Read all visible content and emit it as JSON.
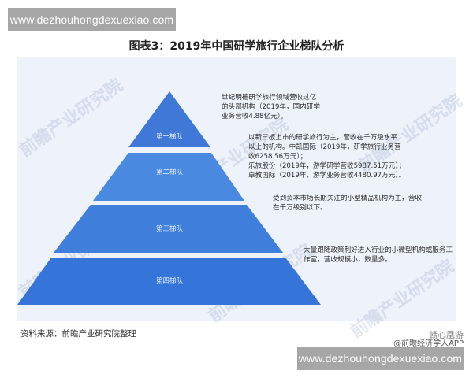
{
  "banners": {
    "top_url": "www.dezhouhongdexuexiao.com",
    "bottom_url": "www.dezhouhongdexuexiao.com"
  },
  "figure": {
    "title": "图表3：2019年中国研学旅行企业梯队分析",
    "source": "资料来源：前瞻产业研究院整理",
    "credit_line1": "赣心凰游",
    "credit_line2": "@前瞻经济学人APP",
    "watermark": "前瞻产业研究院"
  },
  "colors": {
    "panel_bg": "#eef2fa",
    "tier1": "#3f78d6",
    "tier2": "#4a89e0",
    "tier3": "#407fdc",
    "tier4": "#3574d8",
    "tier_label": "#e8f0ff"
  },
  "chart_data": {
    "type": "pyramid",
    "title": "图表3：2019年中国研学旅行企业梯队分析",
    "tiers": [
      {
        "label": "第一梯队",
        "description": "世纪明德研学旅行领域营收过亿的头部机构（2019年，国内研学业务营收4.88亿元）。"
      },
      {
        "label": "第二梯队",
        "description": "以新三板上市的研学旅行为主，营收在千万级水平以上的机构。中凯国际（2019年，研学旅行业务营收6258.56万元）；乐旅股份（2019年，游学研学营收5987.51万元）；卓教国际（2019年，游学业务营收4480.97万元）。"
      },
      {
        "label": "第三梯队",
        "description": "受到资本市场长期关注的小型精品机构为主，营收在千万级别以下。"
      },
      {
        "label": "第四梯队",
        "description": "大量跟随政策利好进入行业的小微型机构或服务工作室，营收规模小，数量多。"
      }
    ],
    "source": "资料来源：前瞻产业研究院整理"
  },
  "descriptions": {
    "tier1": "世纪明德研学旅行领域营收过亿\n的头部机构（2019年，国内研学\n业务营收4.88亿元）。",
    "tier2": "以新三板上市的研学旅行为主，营收在千万级水平\n以上的机构。中凯国际（2019年，研学旅行业务营\n收6258.56万元）；\n乐旅股份（2019年，游学研学营收5987.51万元）；\n卓教国际（2019年，游学业务营收4480.97万元）。",
    "tier3": "受到资本市场长期关注的小型精品机构为主，营收\n在千万级别以下。",
    "tier4": "大量跟随政策利好进入行业的小微型机构或服务工\n作室，营收规模小，数量多。"
  }
}
